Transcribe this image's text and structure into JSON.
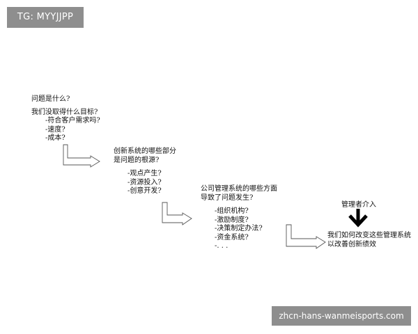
{
  "watermark_top": "TG: MYYJJPP",
  "watermark_bottom": "zhcn-hans-wanmeisports.com",
  "step1": {
    "title": "问题是什么?",
    "subtitle": "我们没取得什么目标?",
    "items": [
      "-符合客户需求吗?",
      "-速度?",
      "-成本?"
    ]
  },
  "step2": {
    "title_lines": [
      "创新系统的哪些部分",
      "是问题的根源?"
    ],
    "items": [
      "-观点产生?",
      "-资源投入?",
      "-创意开发?"
    ]
  },
  "step3": {
    "title_lines": [
      "公司管理系统的哪些方面",
      "导致了问题发生?"
    ],
    "items": [
      "-组织机构?",
      "-激励制度?",
      "-决策制定办法?",
      "-资金系统?",
      "-. . ."
    ]
  },
  "step4": {
    "label": "管理者介入",
    "lines": [
      "我们如何改变这些管理系统",
      "以改善创新绩效"
    ]
  }
}
